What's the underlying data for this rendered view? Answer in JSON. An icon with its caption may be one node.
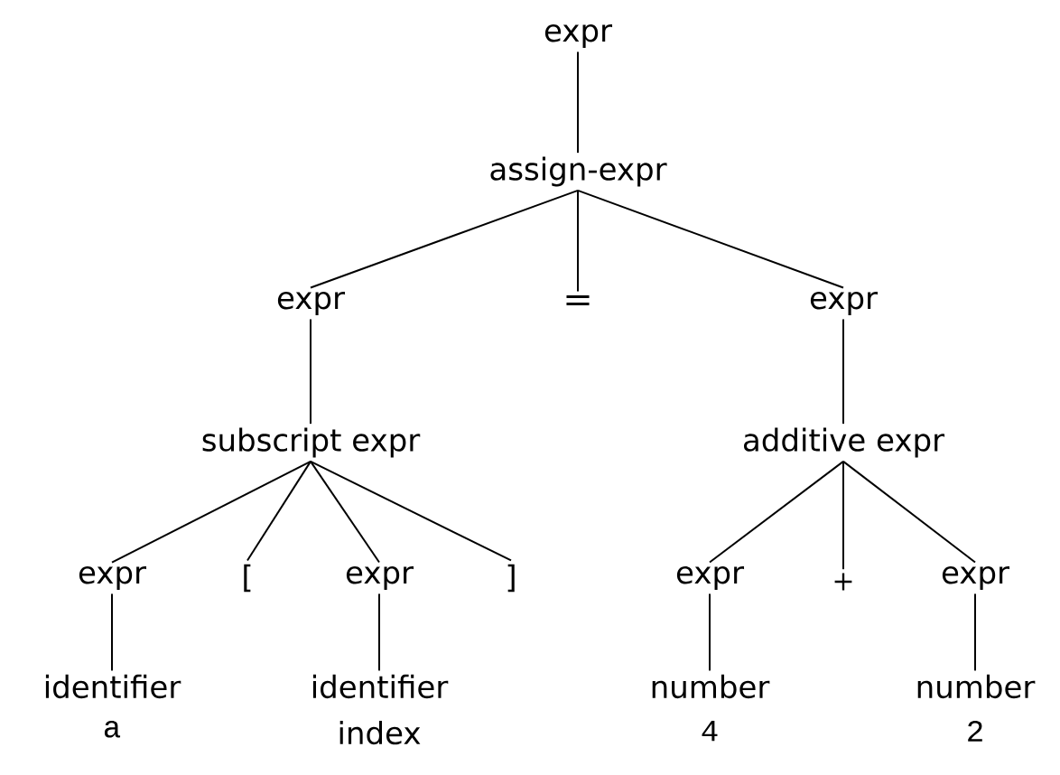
{
  "diagram": {
    "nodes": [
      {
        "text": [
          "expr"
        ]
      },
      {
        "text": [
          "assign-expr"
        ]
      },
      {
        "text": [
          "expr"
        ]
      },
      {
        "text": [
          "="
        ]
      },
      {
        "text": [
          "expr"
        ]
      },
      {
        "text": [
          "subscript expr"
        ]
      },
      {
        "text": [
          "additive expr"
        ]
      },
      {
        "text": [
          "expr"
        ]
      },
      {
        "text": [
          "["
        ]
      },
      {
        "text": [
          "expr"
        ]
      },
      {
        "text": [
          "]"
        ]
      },
      {
        "text": [
          "expr"
        ]
      },
      {
        "text": [
          "+"
        ]
      },
      {
        "text": [
          "expr"
        ]
      },
      {
        "text": [
          "identifier"
        ],
        "beside": [
          "a"
        ]
      },
      {
        "text": [
          "identifier"
        ],
        "beside": [
          "index"
        ]
      },
      {
        "text": [
          "number"
        ],
        "beside": [
          "4"
        ]
      },
      {
        "text": [
          "number"
        ],
        "beside": [
          "2"
        ]
      }
    ],
    "edges": [
      {
        "from": 0,
        "to": 1,
        "arrow": "none"
      },
      {
        "from": 1,
        "to": 2,
        "arrow": "none"
      },
      {
        "from": 1,
        "to": 3,
        "arrow": "none"
      },
      {
        "from": 1,
        "to": 4,
        "arrow": "none"
      },
      {
        "from": 2,
        "to": 5,
        "arrow": "none"
      },
      {
        "from": 4,
        "to": 6,
        "arrow": "none"
      },
      {
        "from": 5,
        "to": 7,
        "arrow": "none"
      },
      {
        "from": 5,
        "to": 8,
        "arrow": "none"
      },
      {
        "from": 5,
        "to": 9,
        "arrow": "none"
      },
      {
        "from": 5,
        "to": 10,
        "arrow": "none"
      },
      {
        "from": 6,
        "to": 11,
        "arrow": "none"
      },
      {
        "from": 6,
        "to": 12,
        "arrow": "none"
      },
      {
        "from": 6,
        "to": 13,
        "arrow": "none"
      },
      {
        "from": 7,
        "to": 14,
        "arrow": "none"
      },
      {
        "from": 9,
        "to": 15,
        "arrow": "none"
      },
      {
        "from": 11,
        "to": 16,
        "arrow": "none"
      },
      {
        "from": 13,
        "to": 17,
        "arrow": "none"
      }
    ]
  }
}
